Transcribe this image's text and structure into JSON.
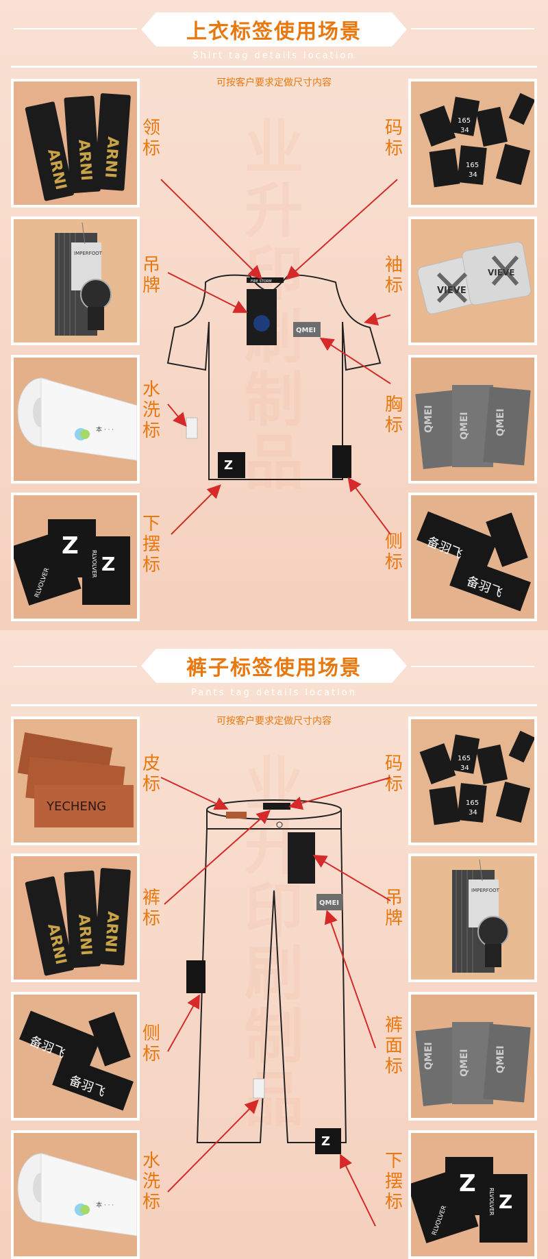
{
  "shirt_section": {
    "title": "上衣标签使用场景",
    "subtitle": "Shirt tag details location",
    "note": "可按客户要求定做尺寸内容",
    "watermark": "业升印刷制品",
    "labels": {
      "collar": "领标",
      "hangtag": "吊牌",
      "wash": "水洗标",
      "hem": "下摆标",
      "size": "码标",
      "sleeve": "袖标",
      "chest": "胸标",
      "side": "侧标"
    }
  },
  "pants_section": {
    "title": "裤子标签使用场景",
    "subtitle": "Pants tag details location",
    "note": "可按客户要求定做尺寸内容",
    "watermark": "业升印刷制品",
    "labels": {
      "leather": "皮标",
      "waist": "裤标",
      "side": "侧标",
      "wash": "水洗标",
      "size": "码标",
      "hangtag": "吊牌",
      "front": "裤面标",
      "hem": "下摆标"
    }
  },
  "product_text": {
    "arni": "ARNI",
    "rlvolver": "RLVOLVER",
    "vieve": "VIEVE",
    "fire_storm": "FIRE STORM",
    "yecheng": "YECHENG",
    "beiyufei": "备羽飞",
    "size_34": "34",
    "size_165": "165",
    "imperfoot": "IMPERFOOT"
  },
  "colors": {
    "accent": "#e8780e",
    "arrow": "#d62a2a",
    "background": "#f6d6c4"
  }
}
